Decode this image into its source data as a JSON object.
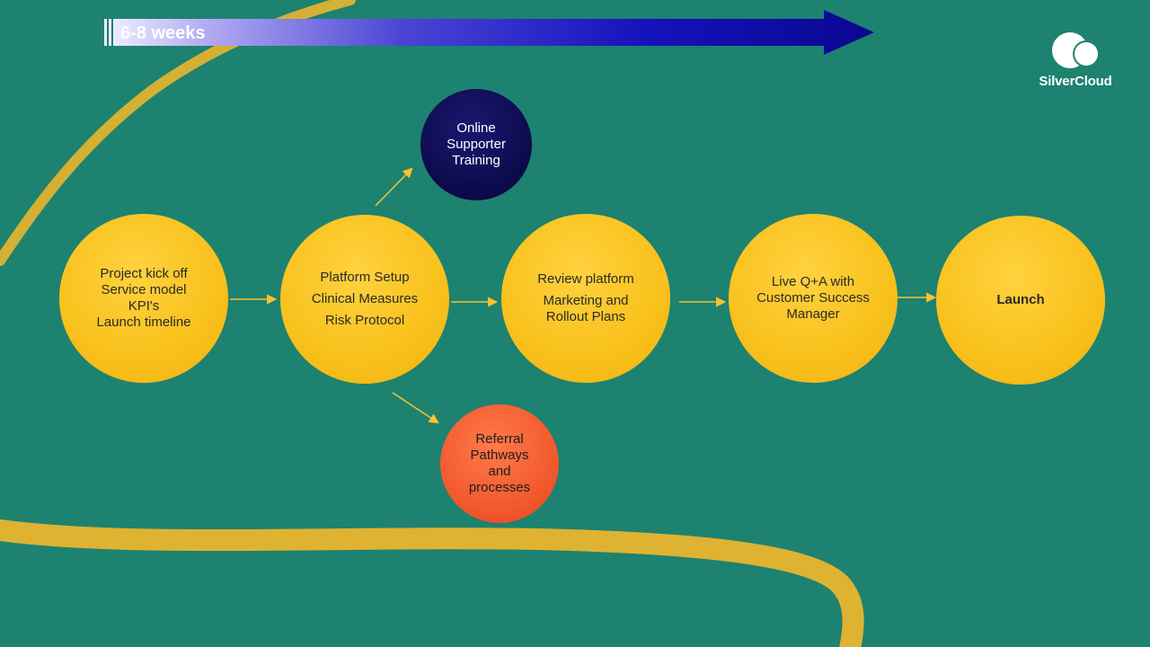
{
  "timeline": {
    "label": "6-8 weeks"
  },
  "brand": {
    "name": "SilverCloud"
  },
  "steps": [
    {
      "lines": [
        "Project kick off",
        "Service model",
        "KPI's",
        "Launch timeline"
      ]
    },
    {
      "lines": [
        "Platform Setup",
        "Clinical Measures",
        "Risk Protocol"
      ]
    },
    {
      "lines": [
        "Review platform",
        "Marketing and",
        "Rollout Plans"
      ]
    },
    {
      "lines": [
        "Live Q+A with",
        "Customer Success",
        "Manager"
      ]
    },
    {
      "lines": [
        "Launch"
      ]
    }
  ],
  "branches": {
    "training": {
      "lines": [
        "Online",
        "Supporter",
        "Training"
      ]
    },
    "referral": {
      "lines": [
        "Referral",
        "Pathways",
        "and",
        "processes"
      ]
    }
  },
  "colors": {
    "background": "#1d8270",
    "step_fill": "#f9c21e",
    "training_fill": "#0c0a4a",
    "referral_fill": "#f0552a",
    "connector": "#f6c232",
    "timeline_start": "#e8e4ff",
    "timeline_end": "#0a0898"
  }
}
